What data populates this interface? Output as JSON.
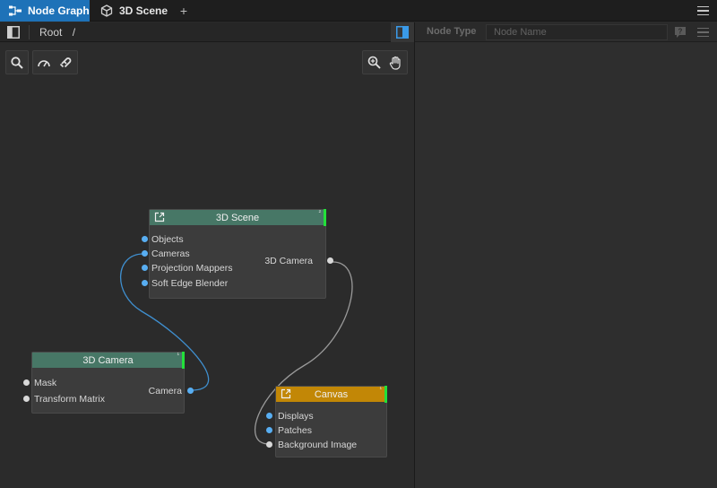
{
  "tabs": [
    {
      "label": "Node Graph",
      "icon": "node-graph-icon",
      "active": true
    },
    {
      "label": "3D Scene",
      "icon": "cube-icon",
      "active": false
    }
  ],
  "tab_add_label": "+",
  "breadcrumb": {
    "root": "Root",
    "separator": "/"
  },
  "inspector": {
    "node_type_label": "Node Type",
    "node_name_placeholder": "Node Name"
  },
  "colors": {
    "accent": "#1e72b8",
    "node_header_teal": "#477766",
    "node_header_orange": "#c28706",
    "status_green": "#23e03a",
    "port_blue": "#58aef2",
    "port_white": "#d8d8d8",
    "wire_blue": "#3f8fcf",
    "wire_white": "#9a9a9a"
  },
  "nodes": {
    "scene": {
      "title": "3D Scene",
      "badge": "²",
      "inputs": [
        "Objects",
        "Cameras",
        "Projection Mappers",
        "Soft Edge Blender"
      ],
      "outputs": [
        "3D Camera"
      ]
    },
    "camera": {
      "title": "3D Camera",
      "badge": "¹",
      "inputs": [
        "Mask",
        "Transform Matrix"
      ],
      "outputs": [
        "Camera"
      ]
    },
    "canvas": {
      "title": "Canvas",
      "badge": "¹",
      "inputs": [
        "Displays",
        "Patches",
        "Background Image"
      ],
      "outputs": []
    }
  }
}
